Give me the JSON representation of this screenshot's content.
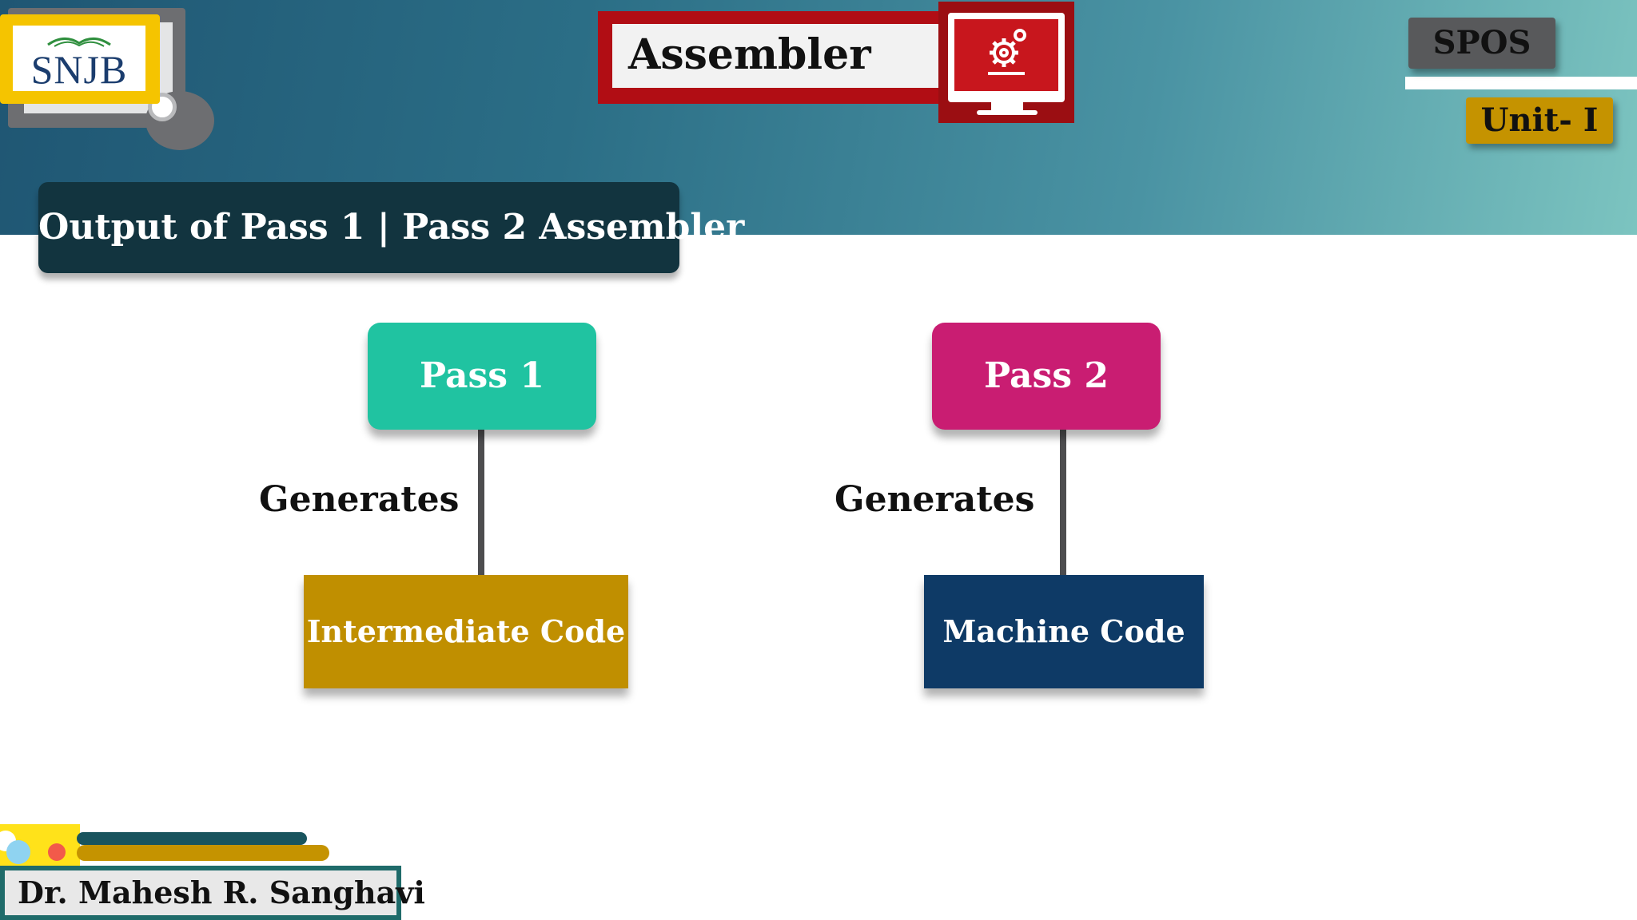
{
  "header": {
    "logo_text": "SNJB",
    "title": "Assembler",
    "subject_badge": "SPOS",
    "unit_badge": "Unit- I",
    "icon": "monitor-gear-icon"
  },
  "section": {
    "title": "Output of Pass 1 | Pass 2 Assembler"
  },
  "diagram": {
    "left": {
      "pass_label": "Pass 1",
      "edge_label": "Generates",
      "output_label": "Intermediate Code"
    },
    "right": {
      "pass_label": "Pass 2",
      "edge_label": "Generates",
      "output_label": "Machine Code"
    }
  },
  "colors": {
    "pass1": "#20c3a1",
    "pass2": "#c91d72",
    "intermediate": "#c08f00",
    "machine": "#0e3a66"
  },
  "footer": {
    "presenter": "Dr. Mahesh R. Sanghavi"
  }
}
